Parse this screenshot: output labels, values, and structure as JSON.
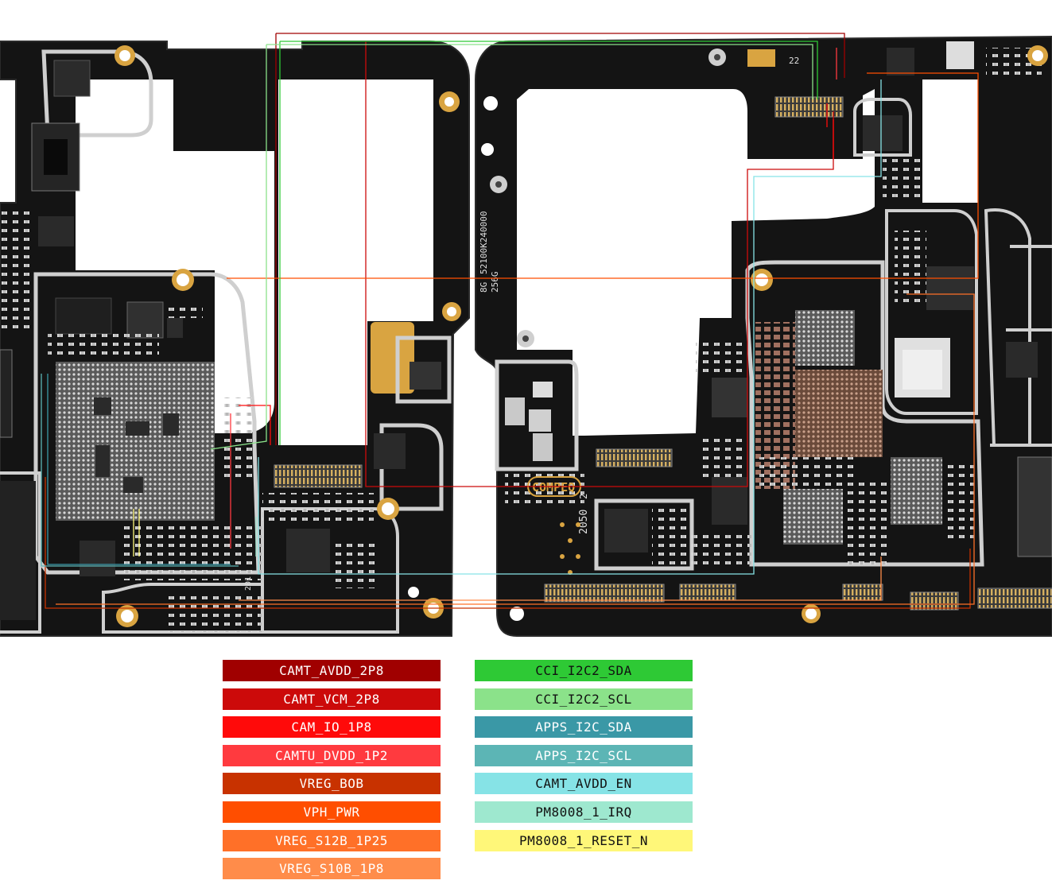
{
  "board": {
    "silkscreen": {
      "label_8g": "8G",
      "label_256g": "256G",
      "part_number": "52100K240000",
      "maker": "COMPEQ",
      "rev": "2",
      "date_code": "2050",
      "comp_marks": [
        "22",
        "201"
      ]
    },
    "colors": {
      "pcb": "#141414",
      "pcb_edge": "#2a2a2a",
      "shield": "#cfcfcf",
      "copper_pad": "#d9a441",
      "watermark": "#e85a6a"
    }
  },
  "legend": {
    "left": [
      {
        "label": "CAMT_AVDD_2P8",
        "color": "#a00000",
        "text_color": "#ffffff"
      },
      {
        "label": "CAMT_VCM_2P8",
        "color": "#cc0a0a",
        "text_color": "#ffffff"
      },
      {
        "label": "CAM_IO_1P8",
        "color": "#ff0a0a",
        "text_color": "#ffffff"
      },
      {
        "label": "CAMTU_DVDD_1P2",
        "color": "#ff3a3f",
        "text_color": "#ffffff"
      },
      {
        "label": "VREG_BOB",
        "color": "#c83200",
        "text_color": "#ffffff"
      },
      {
        "label": "VPH_PWR",
        "color": "#ff4e00",
        "text_color": "#ffffff"
      },
      {
        "label": "VREG_S12B_1P25",
        "color": "#ff7028",
        "text_color": "#ffffff"
      },
      {
        "label": "VREG_S10B_1P8",
        "color": "#ff8c4a",
        "text_color": "#ffffff"
      }
    ],
    "right": [
      {
        "label": "CCI_I2C2_SDA",
        "color": "#2ec935",
        "text_color": "#111111"
      },
      {
        "label": "CCI_I2C2_SCL",
        "color": "#8be28a",
        "text_color": "#111111"
      },
      {
        "label": "APPS_I2C_SDA",
        "color": "#3a98a6",
        "text_color": "#ffffff"
      },
      {
        "label": "APPS_I2C_SCL",
        "color": "#5cb5b5",
        "text_color": "#ffffff"
      },
      {
        "label": "CAMT_AVDD_EN",
        "color": "#86e3e6",
        "text_color": "#111111"
      },
      {
        "label": "PM8008_1_IRQ",
        "color": "#9ee8cf",
        "text_color": "#111111"
      },
      {
        "label": "PM8008_1_RESET_N",
        "color": "#fff779",
        "text_color": "#111111"
      }
    ]
  }
}
